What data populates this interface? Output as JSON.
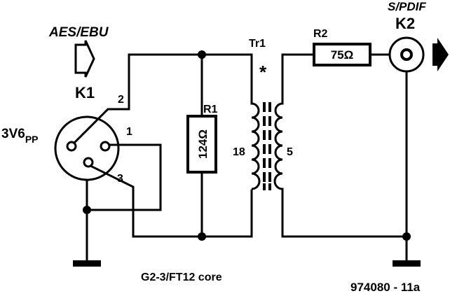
{
  "connectors": {
    "input": {
      "standard": "AES/EBU",
      "ref": "K1",
      "level": "3V6",
      "level_unit": "PP",
      "pins": {
        "p1": "1",
        "p2": "2",
        "p3": "3"
      }
    },
    "output": {
      "standard": "S/PDIF",
      "ref": "K2"
    }
  },
  "components": {
    "r1": {
      "ref": "R1",
      "value": "124Ω"
    },
    "r2": {
      "ref": "R2",
      "value": "75Ω"
    },
    "tr1": {
      "ref": "Tr1",
      "dot_mark": "*",
      "primary_turns": "18",
      "secondary_turns": "5"
    }
  },
  "notes": {
    "core": "G2-3/FT12 core",
    "figure_id": "974080 - 11a"
  }
}
